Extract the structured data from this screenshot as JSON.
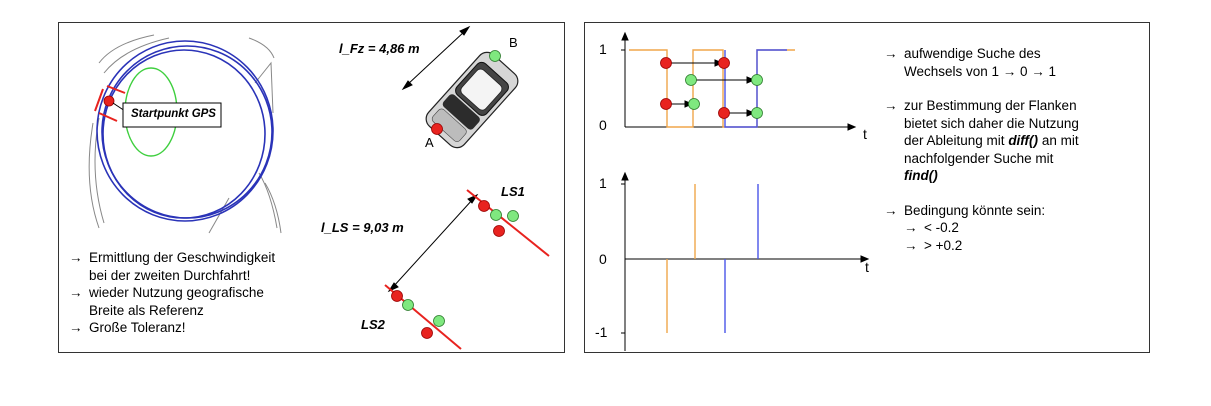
{
  "left": {
    "startpunkt_label": "Startpunkt GPS",
    "lfz_label": "l_Fz = 4,86 m",
    "point_a": "A",
    "point_b": "B",
    "lls_label": "l_LS = 9,03 m",
    "ls1": "LS1",
    "ls2": "LS2",
    "bullets": [
      {
        "line1": "Ermittlung der Geschwindigkeit",
        "line2": "bei der zweiten Durchfahrt!"
      },
      {
        "line1": "wieder Nutzung geografische",
        "line2": "Breite als Referenz"
      },
      {
        "line1": "Große Toleranz!",
        "line2": ""
      }
    ]
  },
  "right": {
    "top_plot": {
      "y_ticks": [
        "1",
        "0"
      ],
      "x_label": "t"
    },
    "bottom_plot": {
      "y_ticks": [
        "1",
        "0",
        "-1"
      ],
      "x_label": "t"
    },
    "text": {
      "b1_line1": "aufwendige Suche des",
      "b1_line2": "Wechsels von 1 → 0 → 1",
      "b2_line1": "zur Bestimmung der Flanken",
      "b2_line2": "bietet sich daher die Nutzung",
      "b2_line3a": "der Ableitung mit ",
      "b2_diff": "diff()",
      "b2_line3b": " an mit",
      "b2_line4": "nachfolgender Suche mit",
      "b2_find": "find()",
      "b3_line1": "Bedingung könnte sein:",
      "b3_c1": "< -0.2",
      "b3_c2": "> +0.2"
    }
  },
  "arrow_glyph": "→",
  "colors": {
    "red_dot": "#e8231f",
    "green_dot": "#7fe87f",
    "orange_signal": "#f0a64a",
    "blue_signal": "#4a55e8",
    "track_blue": "#2a33b8",
    "track_green": "#3fcf3f"
  }
}
